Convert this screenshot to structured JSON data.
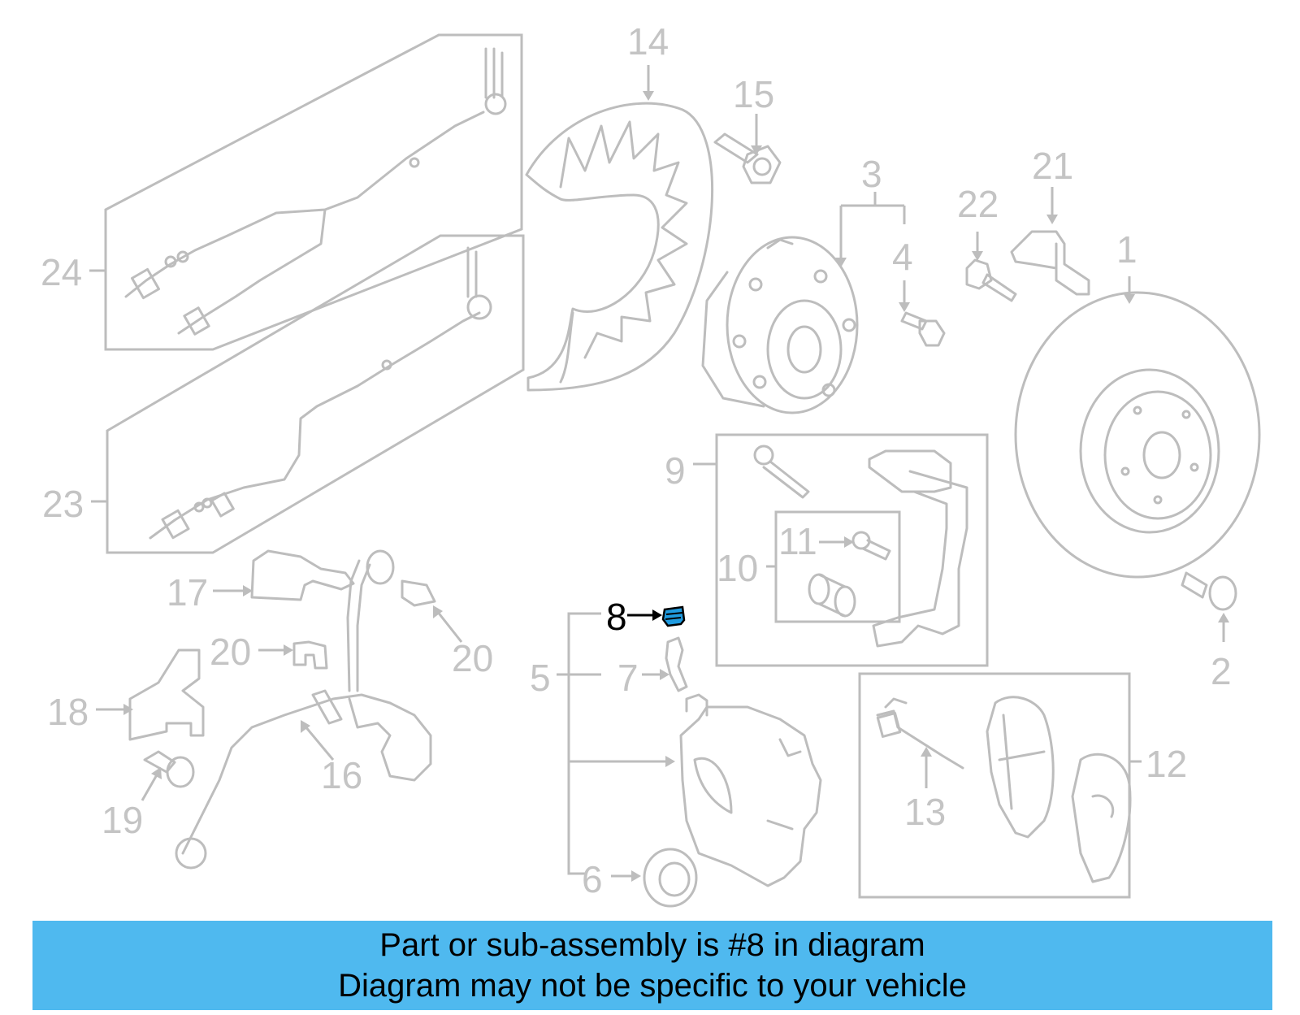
{
  "callouts": {
    "n1": "1",
    "n2": "2",
    "n3": "3",
    "n4": "4",
    "n5": "5",
    "n6": "6",
    "n7": "7",
    "n8": "8",
    "n9": "9",
    "n10": "10",
    "n11": "11",
    "n12": "12",
    "n13": "13",
    "n14": "14",
    "n15": "15",
    "n16": "16",
    "n17": "17",
    "n18": "18",
    "n19": "19",
    "n20a": "20",
    "n20b": "20",
    "n21": "21",
    "n22": "22",
    "n23": "23",
    "n24": "24"
  },
  "highlight": {
    "part_number": "8",
    "color": "#1f9be0"
  },
  "banner": {
    "line1": "Part or sub-assembly is #8 in diagram",
    "line2": "Diagram may not be specific to your vehicle",
    "background": "#4fb9ef"
  }
}
